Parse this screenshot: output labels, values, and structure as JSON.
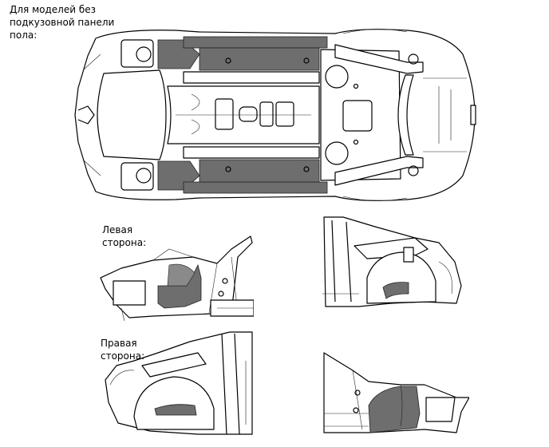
{
  "labels": {
    "top_note": "Для моделей без\nподкузовной панели\nпола:",
    "left_side": "Левая\nсторона:",
    "right_side": "Правая\nсторона:"
  },
  "figures": {
    "underbody": "underbody-view",
    "left_front": "left-side-front-view",
    "left_rear": "left-side-rear-view",
    "right_front": "right-side-front-view",
    "right_rear": "right-side-rear-view"
  },
  "colors": {
    "highlight": "#6e6e6e",
    "line": "#000000",
    "background": "#ffffff"
  }
}
